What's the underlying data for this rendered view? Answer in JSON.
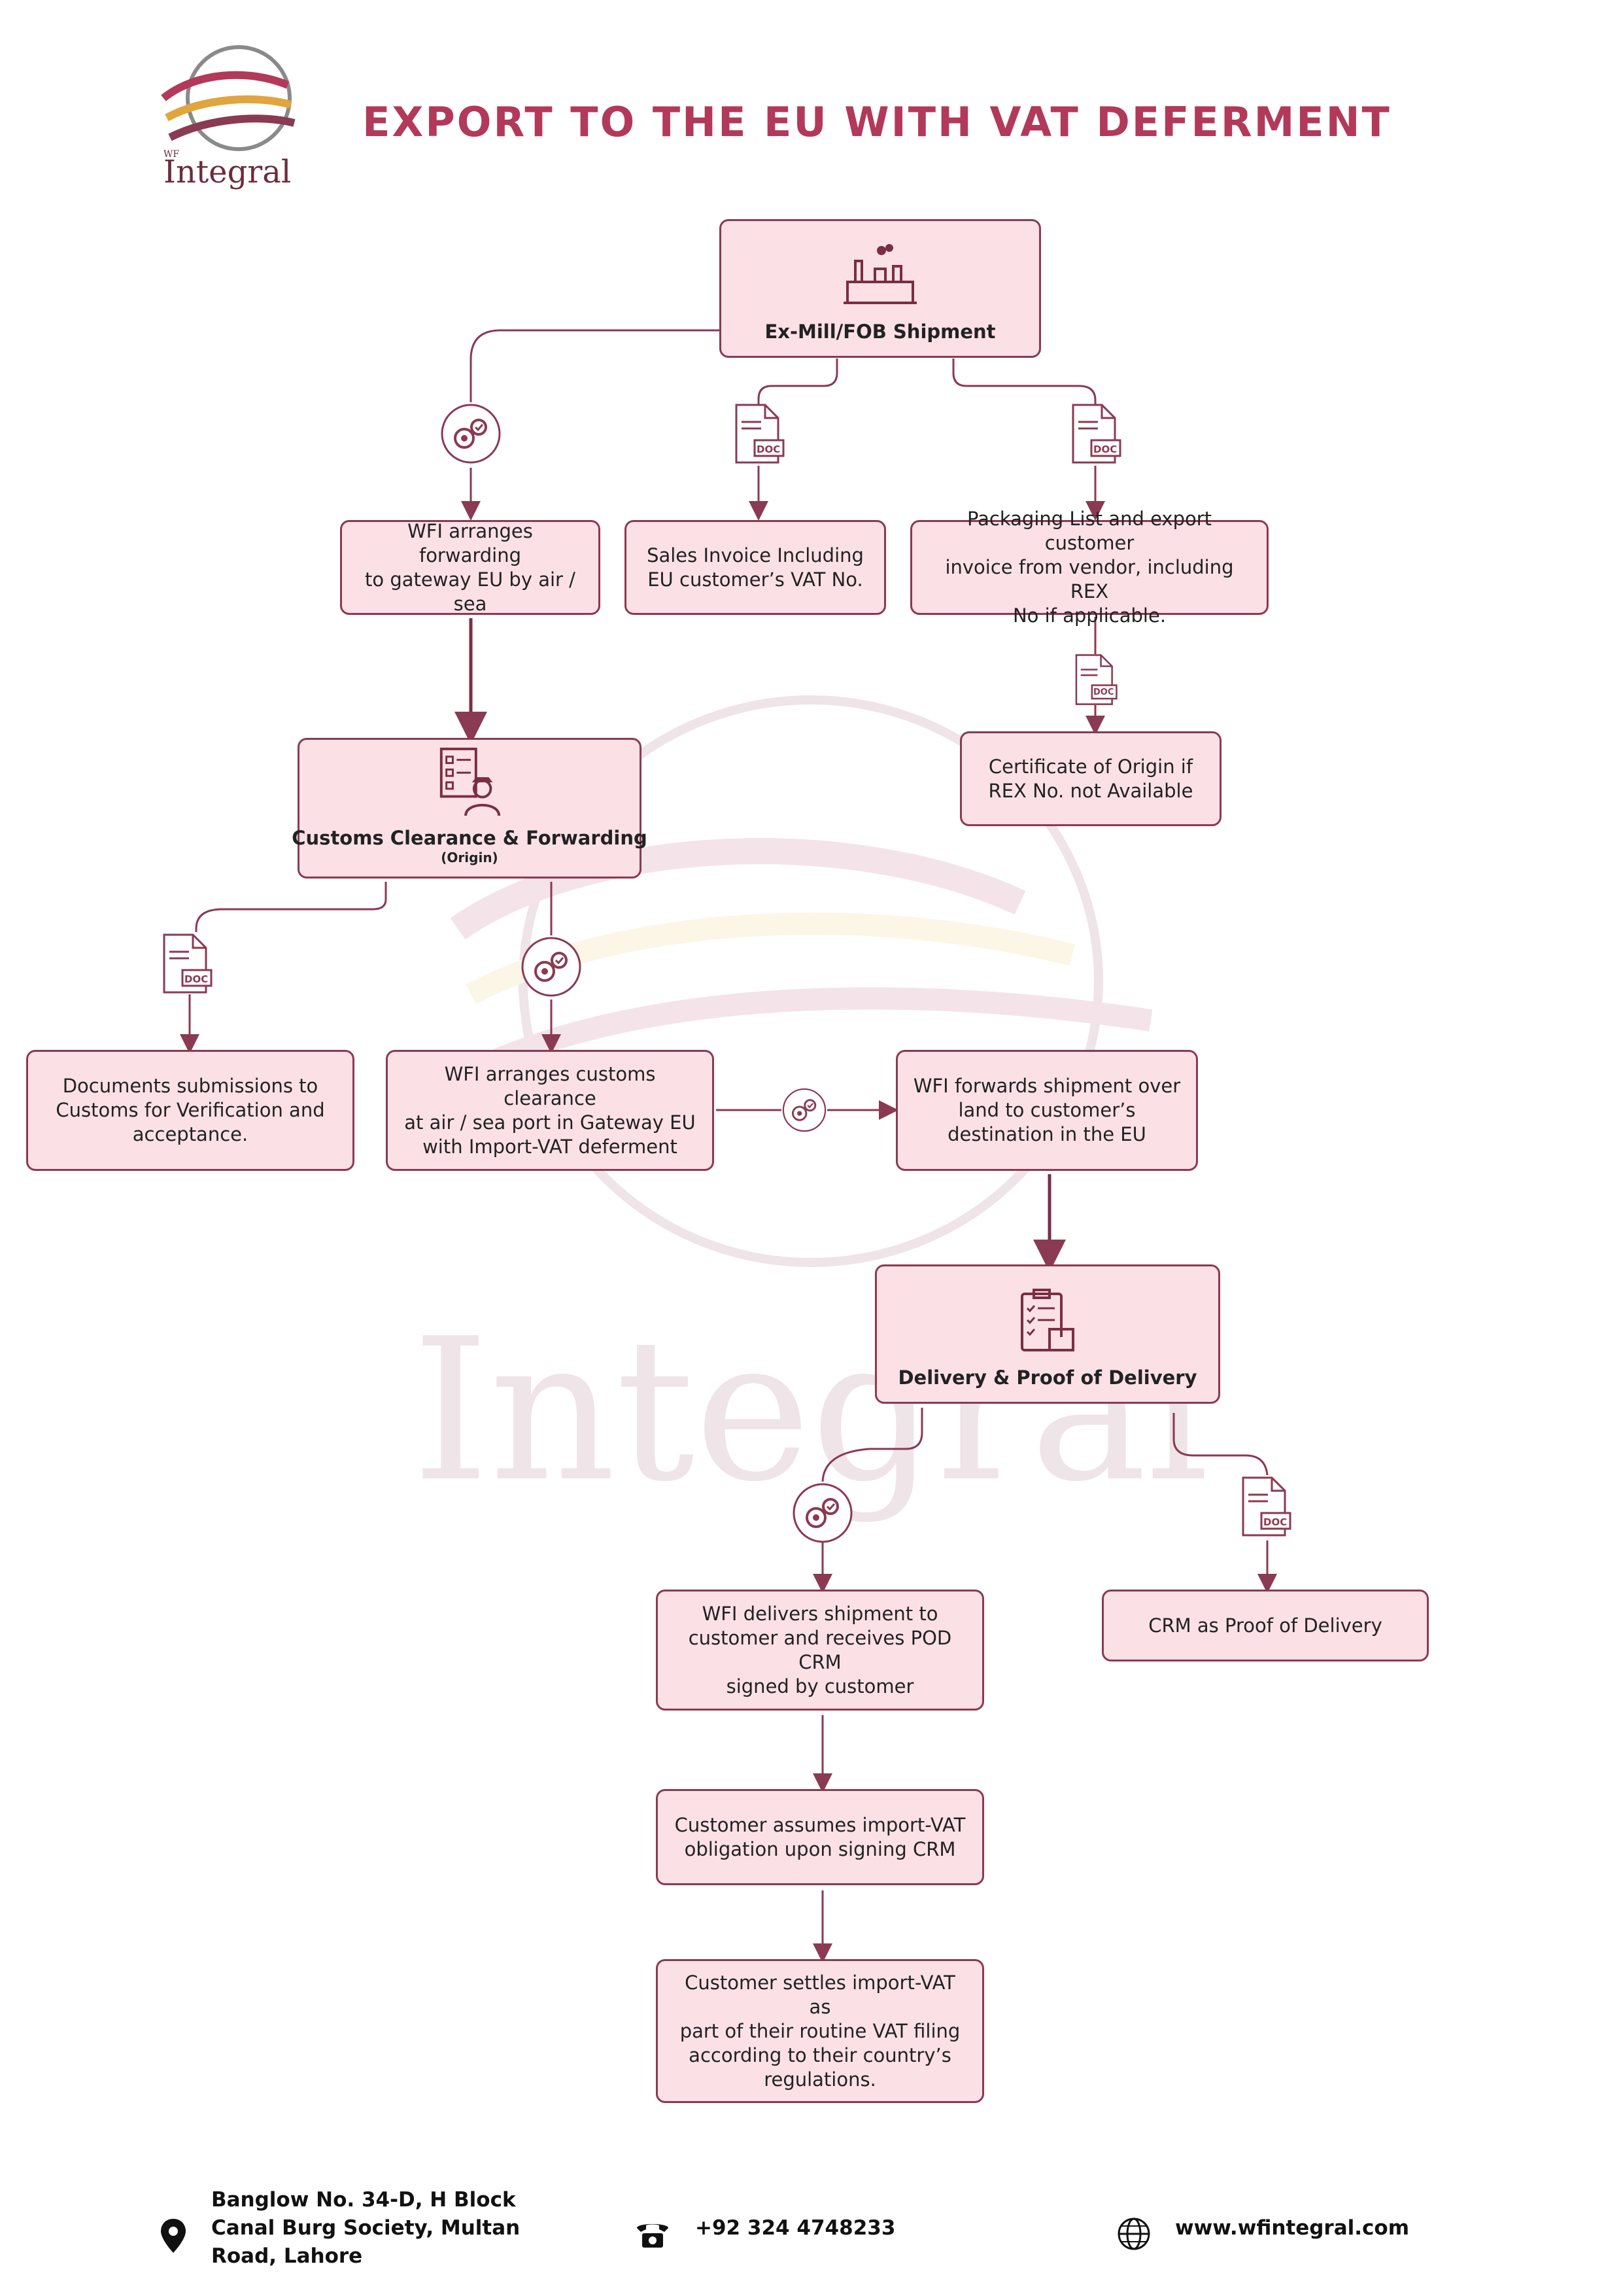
{
  "logo": {
    "small": "WF",
    "name": "Integral"
  },
  "title": "EXPORT TO THE EU WITH VAT DEFERMENT",
  "icon_labels": {
    "doc": "DOC"
  },
  "icons": {
    "factory": "factory-icon",
    "gears": "gears-icon",
    "document": "document-icon",
    "checklist_officer": "customs-officer-checklist-icon",
    "delivery": "delivery-checklist-icon",
    "location": "location-pin-icon",
    "phone": "phone-icon",
    "globe": "globe-icon"
  },
  "nodes": {
    "exmill": {
      "title": "Ex-Mill/FOB Shipment"
    },
    "forwarding": {
      "text": "WFI arranges forwarding\nto gateway EU by air / sea"
    },
    "sales_invoice": {
      "text": "Sales Invoice Including\nEU customer’s VAT No."
    },
    "packaging": {
      "text": "Packaging List and export customer\ninvoice from vendor, including REX\nNo if applicable."
    },
    "certificate": {
      "text": "Certificate of Origin if\nREX No. not Available"
    },
    "customs": {
      "title": "Customs Clearance & Forwarding",
      "subtitle": "(Origin)"
    },
    "documents": {
      "text": "Documents submissions to\nCustoms for Verification and\nacceptance."
    },
    "customs_gateway": {
      "text": "WFI arranges customs clearance\nat air / sea port in Gateway EU\nwith Import-VAT deferment"
    },
    "forwards_land": {
      "text": "WFI forwards shipment over\nland to customer’s\ndestination in the EU"
    },
    "delivery": {
      "title": "Delivery & Proof of Delivery"
    },
    "delivers": {
      "text": "WFI delivers shipment to\ncustomer and receives POD CRM\nsigned by customer"
    },
    "crm": {
      "text": "CRM as Proof of Delivery"
    },
    "assumes": {
      "text": "Customer assumes import-VAT\nobligation upon signing CRM"
    },
    "settles": {
      "text": "Customer settles import-VAT as\npart of their routine VAT filing\naccording to their country’s\nregulations."
    }
  },
  "footer": {
    "address": [
      "Banglow No. 34-D, H Block",
      "Canal Burg Society, Multan",
      "Road, Lahore"
    ],
    "phone": "+92 324 4748233",
    "website": "www.wfintegral.com"
  },
  "colors": {
    "accent": "#b2395a",
    "border": "#8a3a52",
    "box_fill": "#fbe1e6"
  }
}
